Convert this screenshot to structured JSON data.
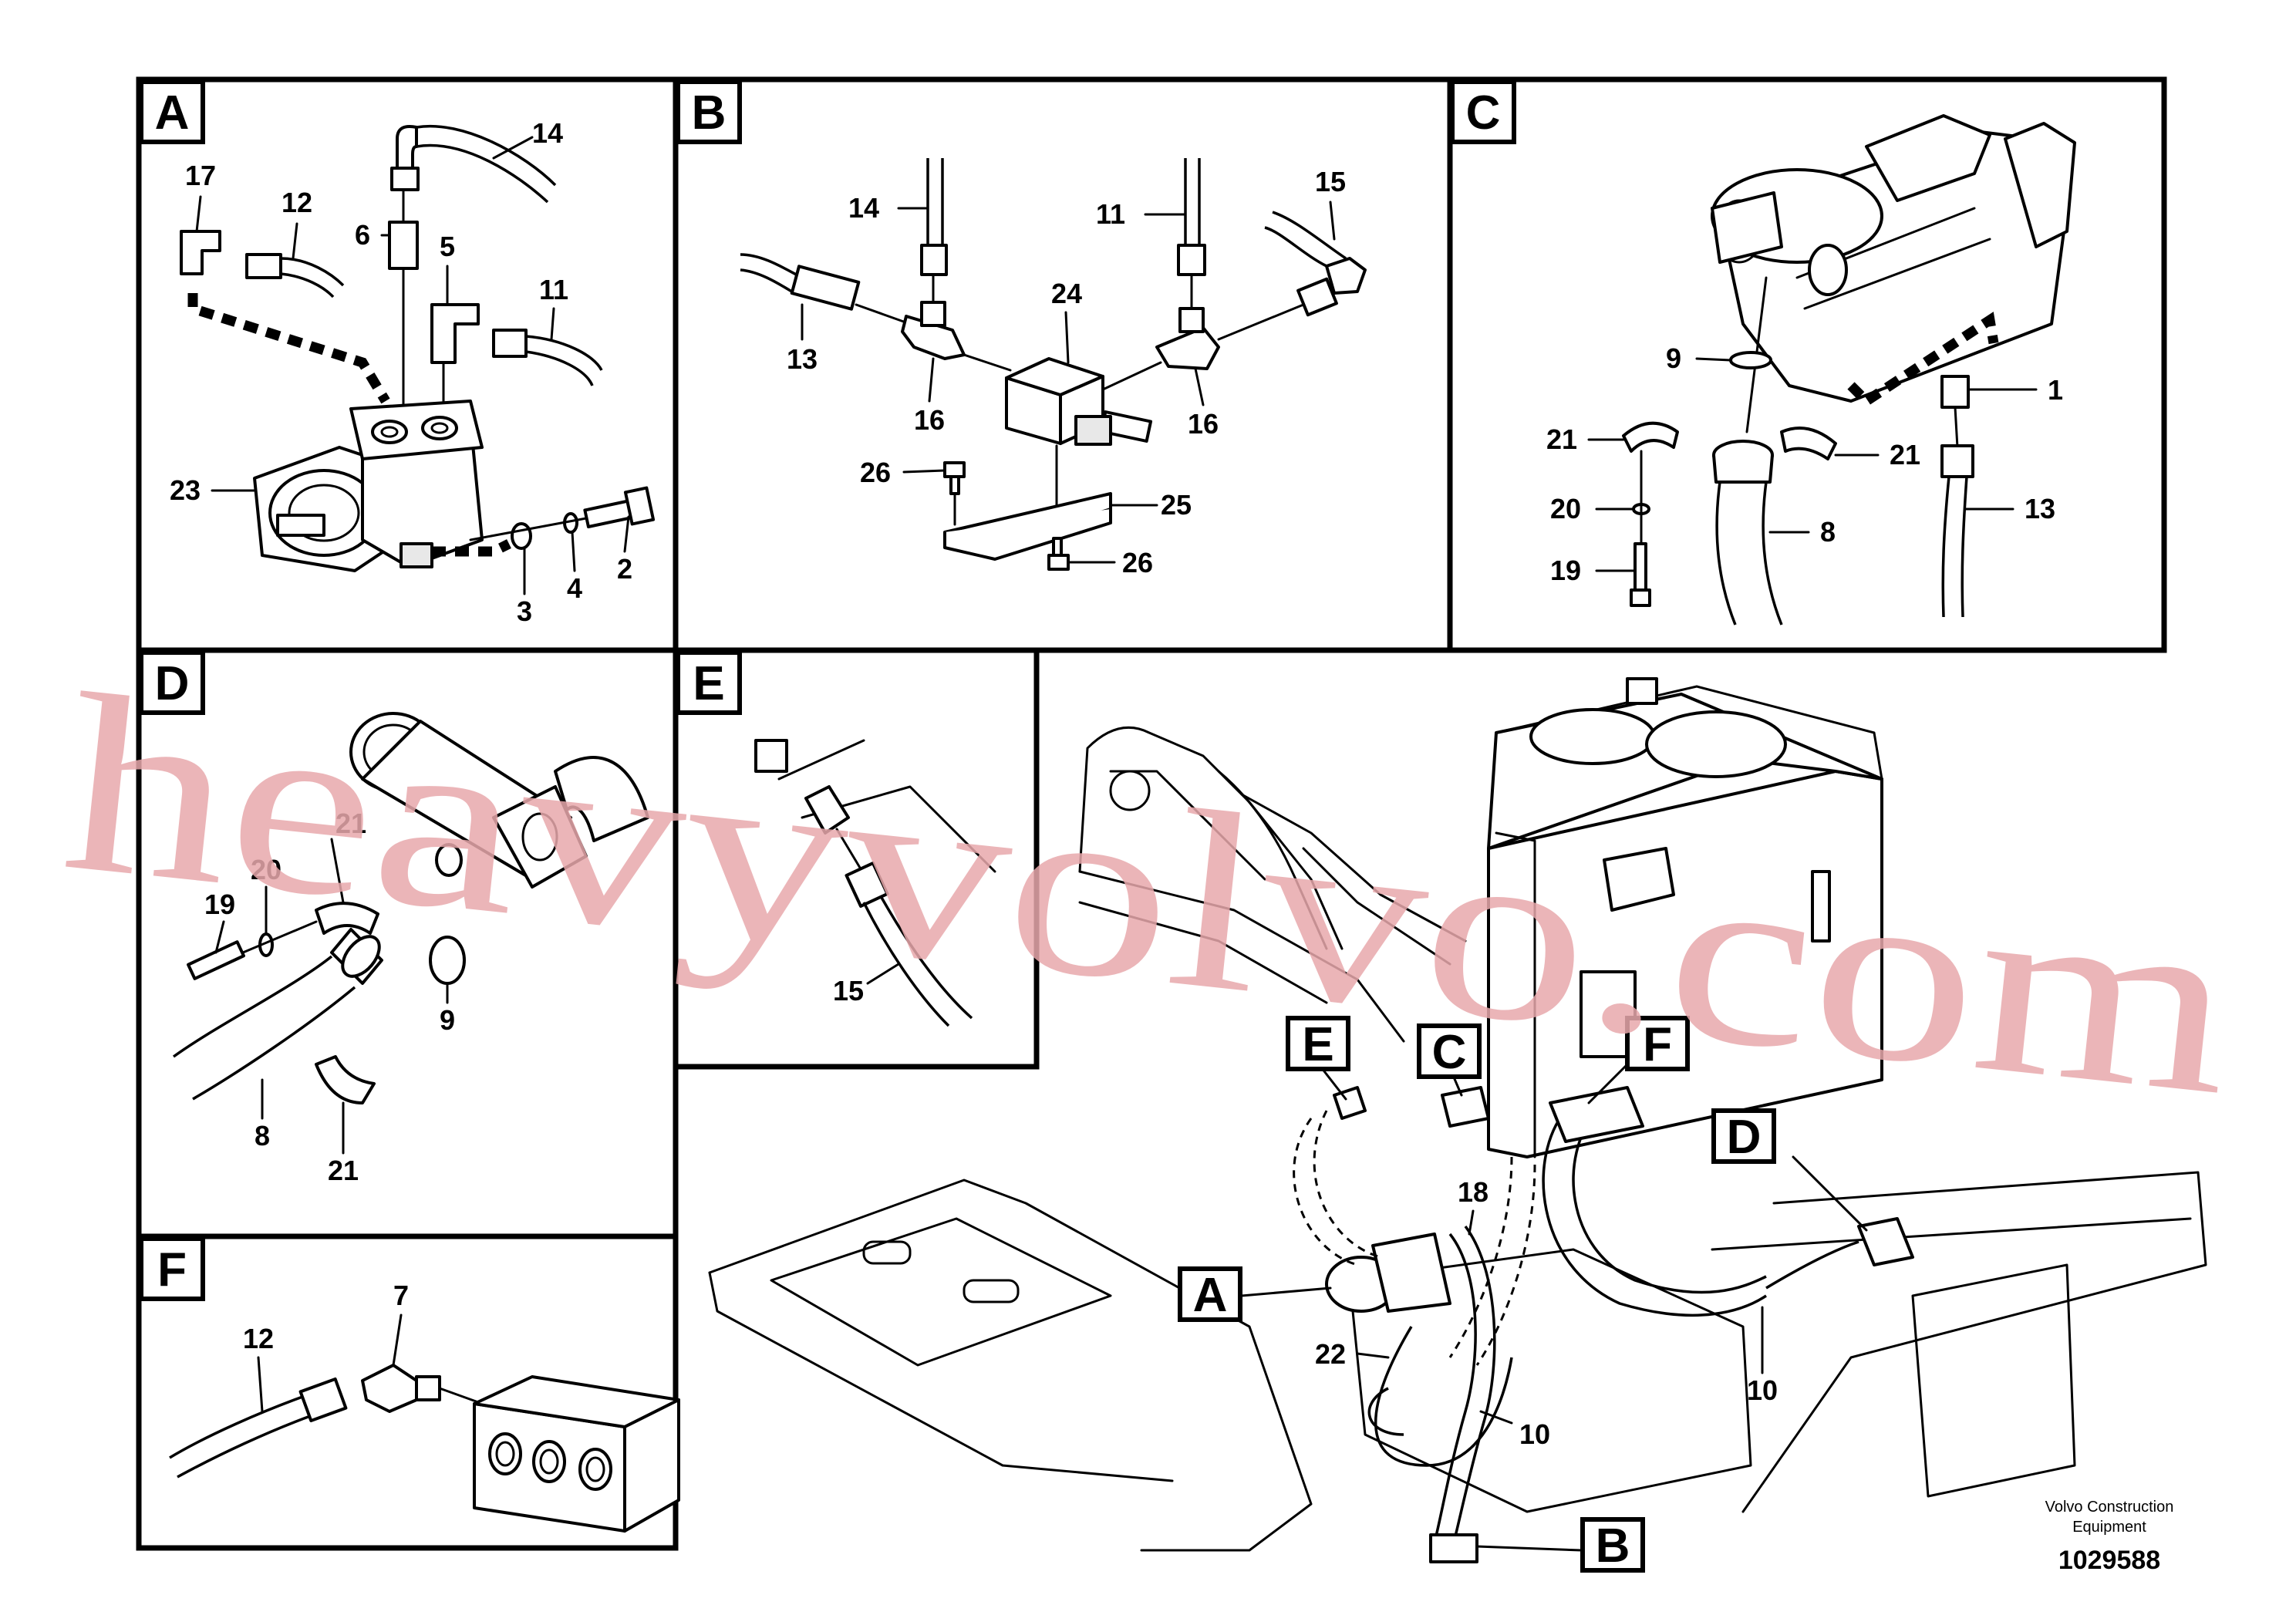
{
  "panels": {
    "A": {
      "label": "A",
      "callouts": [
        "14",
        "17",
        "12",
        "6",
        "5",
        "11",
        "23",
        "2",
        "3",
        "4"
      ]
    },
    "B": {
      "label": "B",
      "callouts": [
        "14",
        "11",
        "15",
        "24",
        "13",
        "16",
        "16",
        "26",
        "25",
        "26"
      ]
    },
    "C": {
      "label": "C",
      "callouts": [
        "9",
        "1",
        "21",
        "21",
        "20",
        "8",
        "13",
        "19"
      ]
    },
    "D": {
      "label": "D",
      "callouts": [
        "21",
        "20",
        "19",
        "9",
        "8",
        "21"
      ]
    },
    "E": {
      "label": "E",
      "callouts": [
        "15"
      ]
    },
    "F": {
      "label": "F",
      "callouts": [
        "7",
        "12"
      ]
    },
    "main": {
      "labels": [
        "E",
        "C",
        "F",
        "D",
        "A",
        "B"
      ],
      "callouts": [
        "18",
        "22",
        "10",
        "10"
      ]
    }
  },
  "watermark": "heavyvolvo.com",
  "credit": {
    "line1": "Volvo Construction",
    "line2": "Equipment",
    "doc_number": "1029588"
  }
}
